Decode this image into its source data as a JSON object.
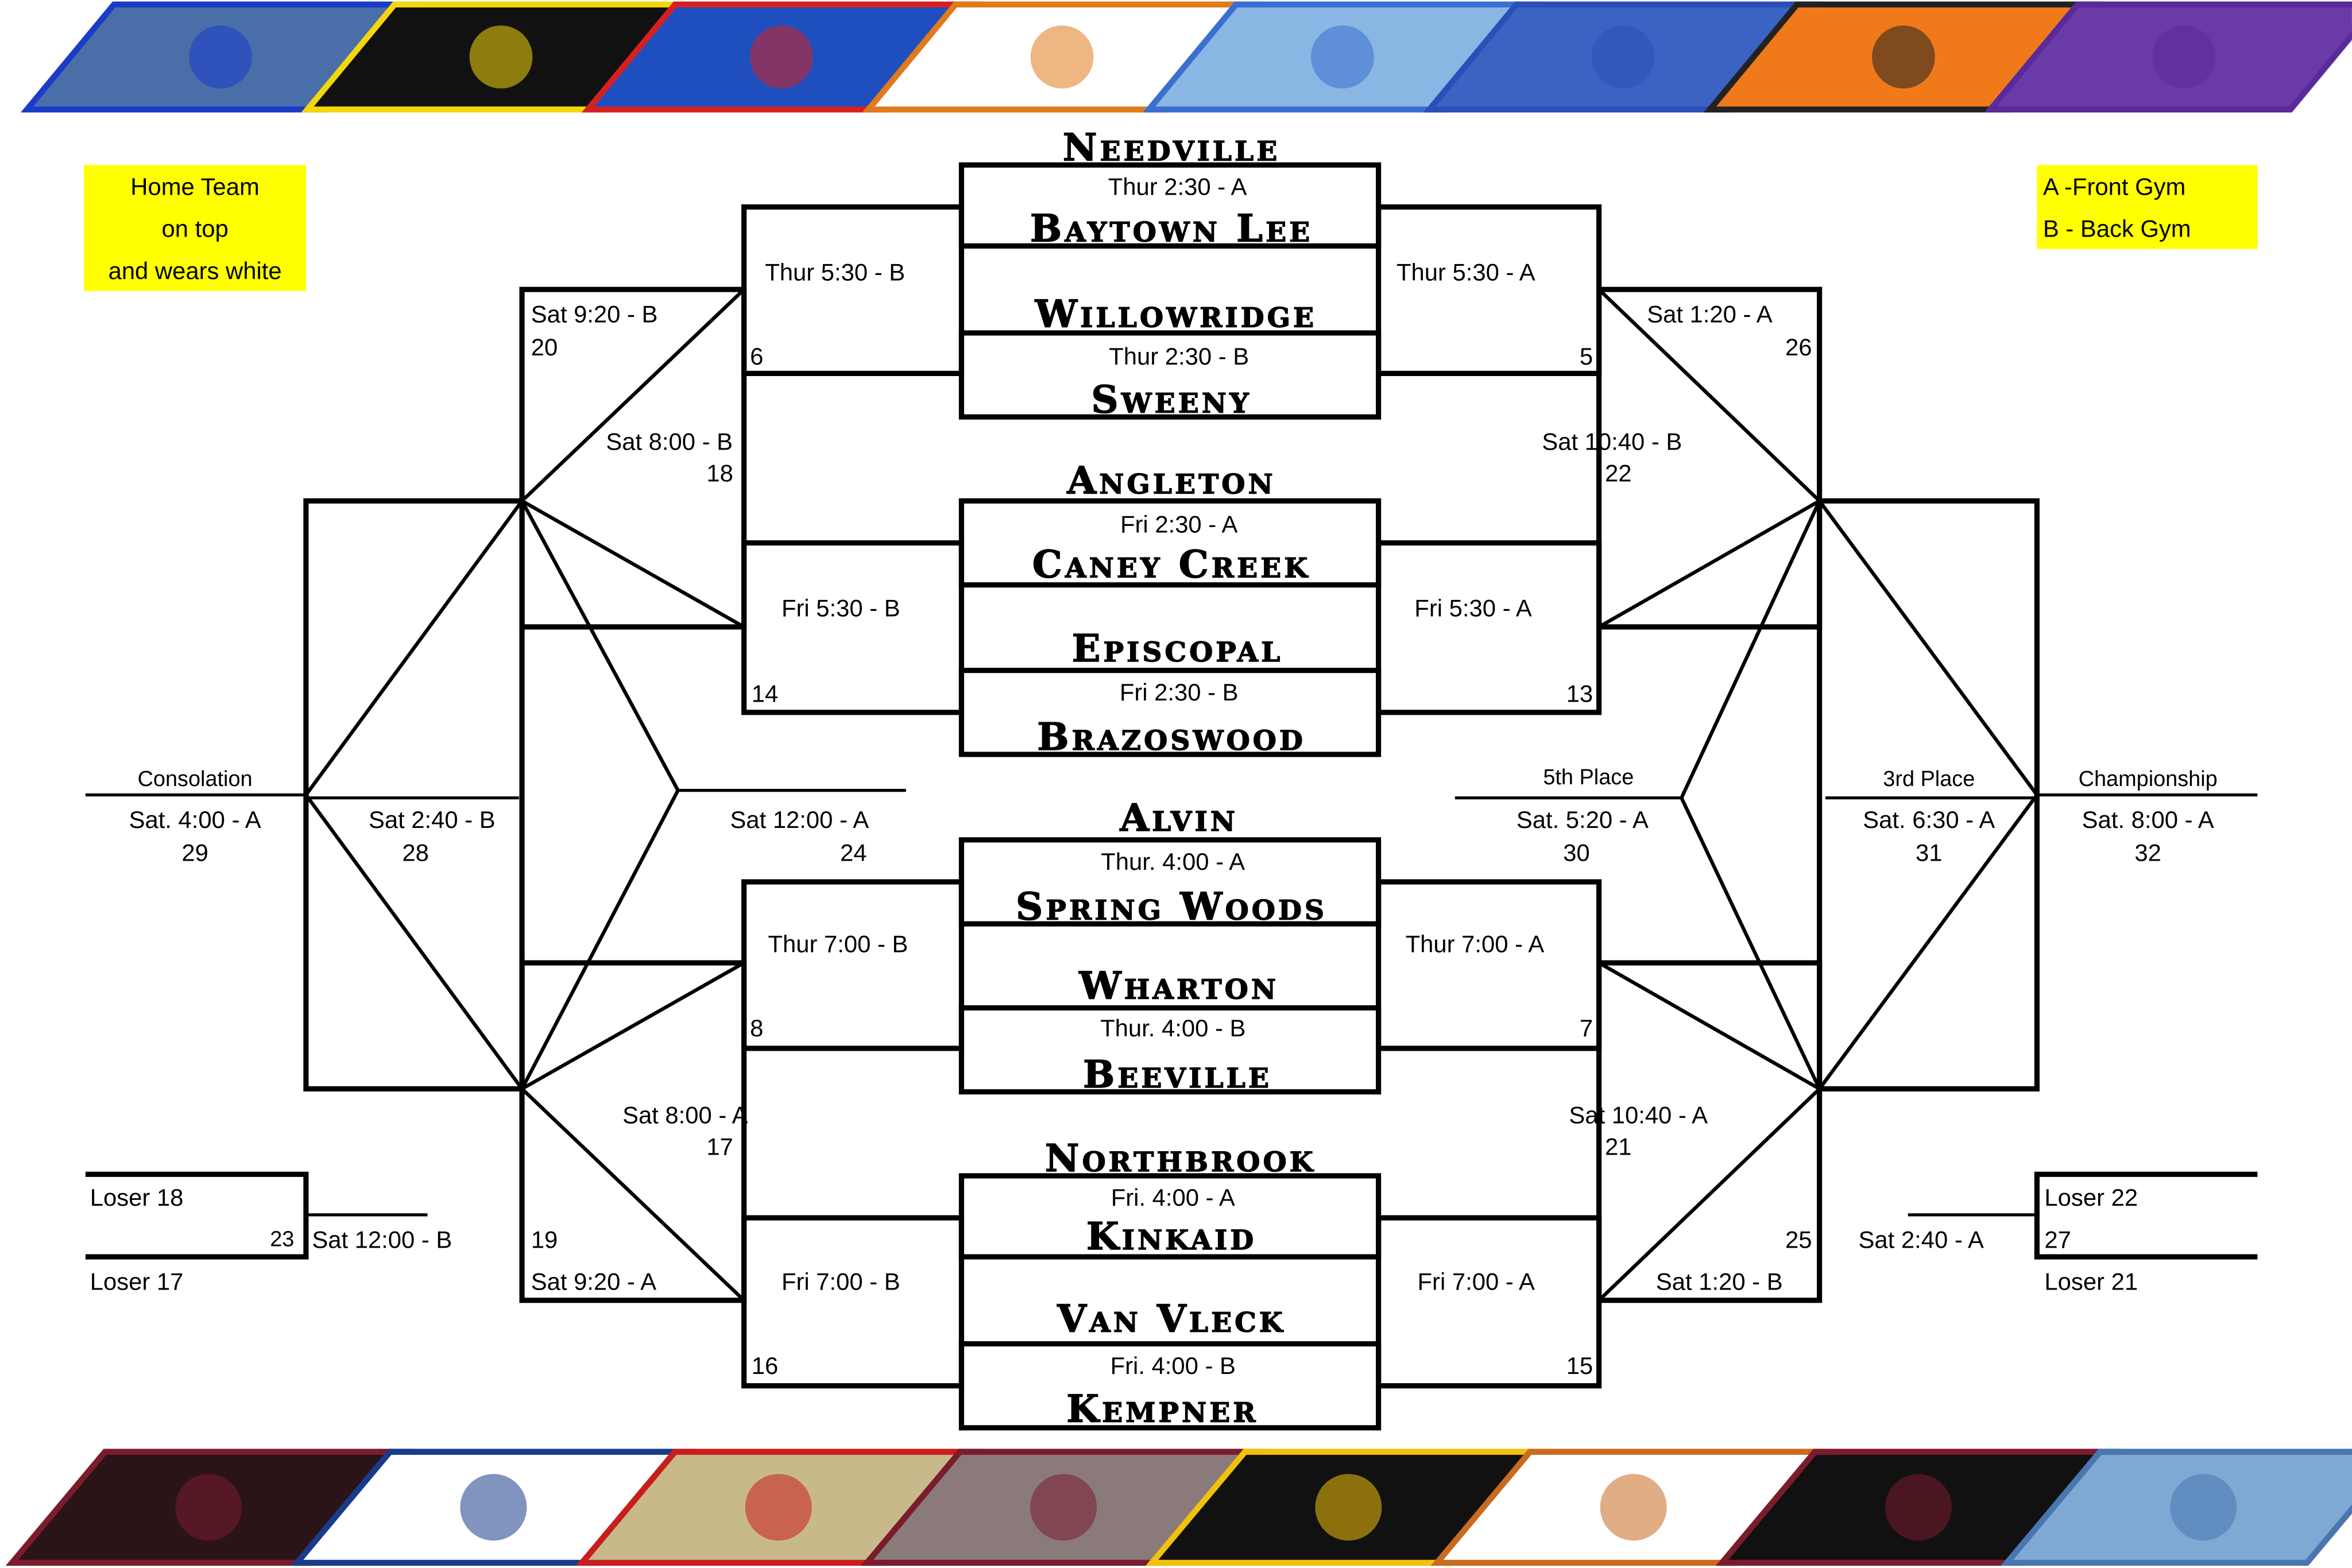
{
  "legend_home": [
    "Home  Team",
    "on top",
    "and wears white"
  ],
  "legend_gym": [
    "A -Front Gym",
    "B - Back Gym"
  ],
  "logos_top": [
    {
      "name": "bluejay-logo",
      "border": "#1a3cc8",
      "bg": "#4a6fa8"
    },
    {
      "name": "tiger-logo",
      "border": "#f2d70d",
      "bg": "#111111"
    },
    {
      "name": "wildcat-logo",
      "border": "#d62020",
      "bg": "#1f4fbf"
    },
    {
      "name": "angleton-logo",
      "border": "#e07a1c",
      "bg": "#ffffff"
    },
    {
      "name": "pirate-logo",
      "border": "#3a6fd0",
      "bg": "#8ab6e3"
    },
    {
      "name": "eagle-logo",
      "border": "#2b4fb8",
      "bg": "#3b63c4"
    },
    {
      "name": "jaguar-logo",
      "border": "#222222",
      "bg": "#f07a1a"
    },
    {
      "name": "purple-k-logo",
      "border": "#5a2a9a",
      "bg": "#6a3aa8"
    }
  ],
  "logos_bottom": [
    {
      "name": "mustang-logo",
      "border": "#7a1c2c",
      "bg": "#2a1418"
    },
    {
      "name": "knight-logo",
      "border": "#1a3a8a",
      "bg": "#ffffff"
    },
    {
      "name": "caney-creek-logo",
      "border": "#c81e1e",
      "bg": "#c8b98a"
    },
    {
      "name": "falcon-logo",
      "border": "#7a1c2c",
      "bg": "#8a7a7a"
    },
    {
      "name": "kinkaid-k-logo",
      "border": "#f2c00d",
      "bg": "#111111"
    },
    {
      "name": "indian-logo",
      "border": "#c86a20",
      "bg": "#ffffff"
    },
    {
      "name": "cougar-logo",
      "border": "#7a1c2c",
      "bg": "#111111"
    },
    {
      "name": "bulldog-logo",
      "border": "#4a76b0",
      "bg": "#7fa8d4"
    }
  ],
  "teams": {
    "needville": "Needville",
    "baytown_lee": "Baytown Lee",
    "willowridge": "Willowridge",
    "sweeny": "Sweeny",
    "angleton": "Angleton",
    "caney_creek": "Caney Creek",
    "episcopal": "Episcopal",
    "brazoswood": "Brazoswood",
    "alvin": "Alvin",
    "spring_woods": "Spring Woods",
    "wharton": "Wharton",
    "beeville": "Beeville",
    "northbrook": "Northbrook",
    "kinkaid": "Kinkaid",
    "van_vleck": "Van Vleck",
    "kempner": "Kempner"
  },
  "slot_times": {
    "g1": "Thur 2:30 - A",
    "g2": "Thur 2:30 -  B",
    "g3": "Fri 2:30 -  A",
    "g4": "Fri 2:30 -  B",
    "g5": "Thur. 4:00 - A",
    "g6": "Thur. 4:00 - B",
    "g7": "Fri. 4:00 - A",
    "g8": "Fri. 4:00 - B"
  },
  "games": {
    "l_thur530": "Thur 5:30 -  B",
    "l_num6": "6",
    "r_thur530": "Thur 5:30  - A",
    "r_num5": "5",
    "l_fri530": "Fri 5:30 - B",
    "l_num14": "14",
    "r_fri530": "Fri  5:30 - A",
    "r_num13": "13",
    "l_thur700": "Thur 7:00 - B",
    "l_num8": "8",
    "r_thur700": "Thur 7:00 - A",
    "r_num7": "7",
    "l_fri700": "Fri 7:00 - B",
    "l_num16": "16",
    "r_fri700": "Fri 7:00 - A",
    "r_num15": "15",
    "l_sat920a": "Sat 9:20 - B",
    "l_num20": "20",
    "r_sat120a": "Sat 1:20 - A",
    "r_num26": "26",
    "l_sat800b": "Sat 8:00 - B",
    "l_num18": "18",
    "r_sat1040b": "Sat 10:40 - B",
    "r_num22": "22",
    "l_sat800a": "Sat 8:00 - A",
    "l_num17": "17",
    "r_sat1040a": "Sat 10:40 - A",
    "r_num21": "21",
    "l_num19": "19",
    "l_sat920b": "Sat 9:20 - A",
    "r_num25": "25",
    "r_sat120b": "Sat 1:20 - B",
    "consolation": "Consolation",
    "cons_time": "Sat. 4:00 -  A",
    "cons_num": "29",
    "sat240b": "Sat 2:40 - B",
    "num28": "28",
    "sat1200a": "Sat 12:00 - A",
    "num24": "24",
    "fifth": "5th Place",
    "fifth_time": "Sat. 5:20 - A",
    "fifth_num": "30",
    "third": "3rd Place",
    "third_time": "Sat. 6:30 - A",
    "third_num": "31",
    "champ": "Championship",
    "champ_time": "Sat. 8:00 - A",
    "champ_num": "32",
    "loser18": "Loser 18",
    "loser17": "Loser 17",
    "num23": "23",
    "sat1200b": "Sat 12:00 - B",
    "loser22": "Loser 22",
    "loser21": "Loser  21",
    "num27": "27",
    "sat240a": "Sat 2:40 - A"
  }
}
